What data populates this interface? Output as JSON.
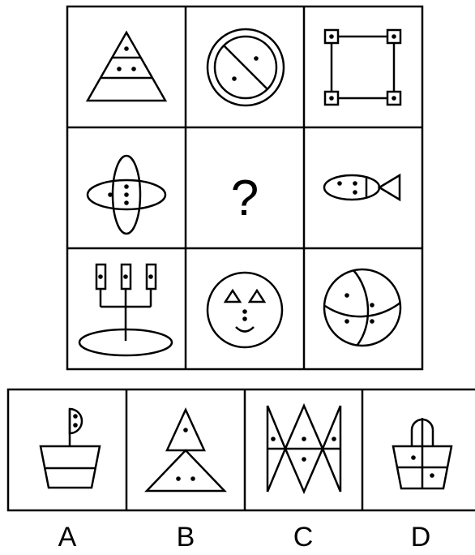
{
  "puzzle": {
    "question_mark": "?",
    "option_labels": [
      "A",
      "B",
      "C",
      "D"
    ]
  }
}
